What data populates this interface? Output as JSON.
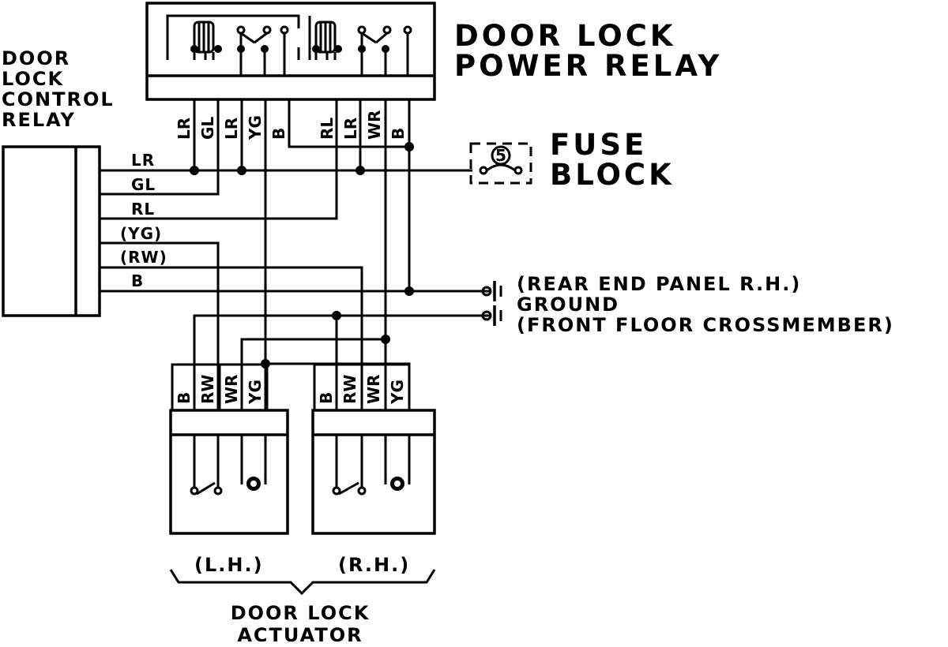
{
  "power_relay": {
    "title_line1": "DOOR LOCK",
    "title_line2": "POWER RELAY",
    "pins": [
      "LR",
      "GL",
      "LR",
      "YG",
      "B",
      "RL",
      "LR",
      "WR",
      "B"
    ]
  },
  "control_relay": {
    "title_lines": [
      "DOOR",
      "LOCK",
      "CONTROL",
      "RELAY"
    ],
    "wires": [
      "LR",
      "GL",
      "RL",
      "(YG)",
      "(RW)",
      "B"
    ]
  },
  "fuse_block": {
    "number": "5",
    "line1": "FUSE",
    "line2": "BLOCK"
  },
  "ground": {
    "rear": "(REAR END PANEL R.H.)",
    "label": "GROUND",
    "front": "(FRONT FLOOR CROSSMEMBER)"
  },
  "actuators": {
    "lh_pins": [
      "B",
      "RW",
      "WR",
      "YG"
    ],
    "rh_pins": [
      "B",
      "RW",
      "WR",
      "YG"
    ],
    "lh_label": "(L.H.)",
    "rh_label": "(R.H.)",
    "title_line1": "DOOR LOCK",
    "title_line2": "ACTUATOR"
  },
  "colors": {
    "ink": "#000000",
    "background": "#ffffff"
  }
}
